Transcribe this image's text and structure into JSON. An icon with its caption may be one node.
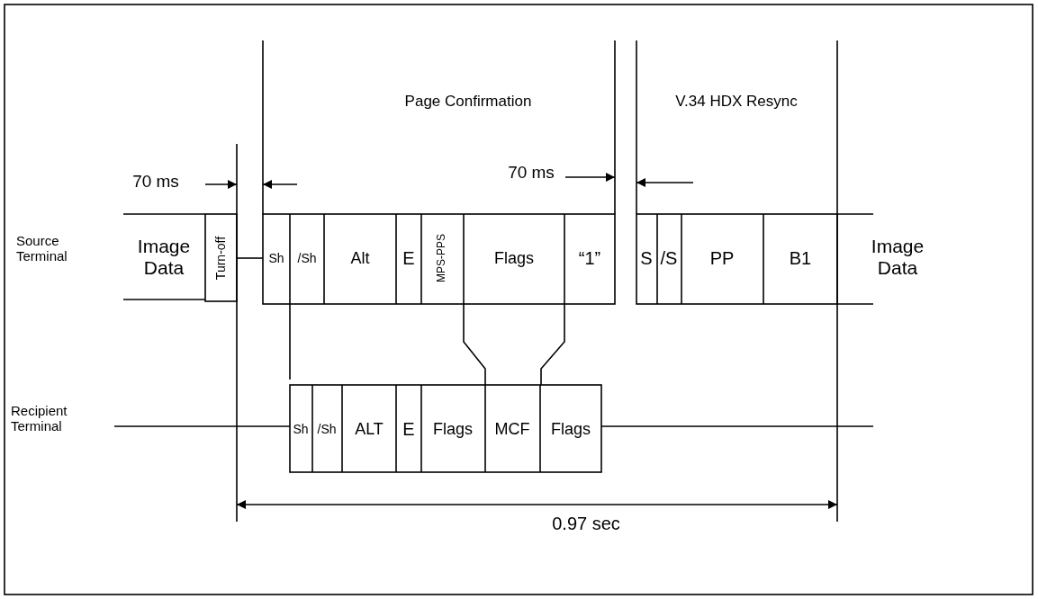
{
  "diagram": {
    "labels": [
      "Page Confirmation",
      "V.34 HDX Resync",
      "70 ms",
      "70 ms",
      "Source Terminal",
      "Image Data",
      "Turn-off",
      "Sh",
      "/Sh",
      "Alt",
      "E",
      "MPS-PPS",
      "Flags",
      "“1”",
      "S",
      "/S",
      "PP",
      "B1",
      "Image Data",
      "Recipient Terminal",
      "Sh",
      "/Sh",
      "ALT",
      "E",
      "Flags",
      "MCF",
      "Flags",
      "0.97 sec"
    ]
  }
}
